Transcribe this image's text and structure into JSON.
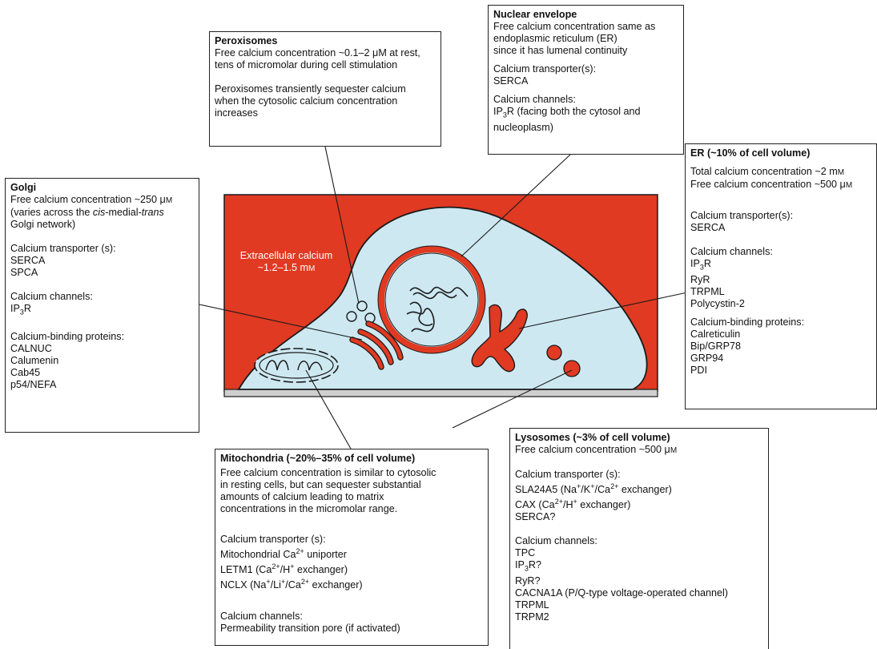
{
  "extracellular": {
    "line1": "Extracellular calcium",
    "line2": "~1.2–1.5 mM"
  },
  "peroxisomes": {
    "title": "Peroxisomes",
    "l1": "Free calcium concentration ~0.1–2 μM at rest,",
    "l2": "tens of micromolar during cell stimulation",
    "l3": "Peroxisomes transiently sequester calcium",
    "l4": "when the cytosolic calcium concentration",
    "l5": "increases"
  },
  "nuclear": {
    "title": "Nuclear envelope",
    "l1": "Free calcium concentration same as",
    "l2": "endoplasmic reticulum (ER)",
    "l3": "since it has lumenal continuity",
    "l4": "Calcium transporter(s):",
    "l5": "SERCA",
    "l6": "Calcium channels:",
    "l7": "IP3R (facing both the cytosol and",
    "l8": "nucleoplasm)"
  },
  "golgi": {
    "title": "Golgi",
    "l1": "Free calcium concentration ~250 μM",
    "l2a": "(varies across the ",
    "l2b": "cis",
    "l2c": "-medial-",
    "l2d": "trans",
    "l3": "Golgi network)",
    "l4": "Calcium transporter (s):",
    "l5": "SERCA",
    "l6": "SPCA",
    "l7": "Calcium channels:",
    "l8": "IP3R",
    "l9": "Calcium-binding proteins:",
    "l10": "CALNUC",
    "l11": "Calumenin",
    "l12": "Cab45",
    "l13": "p54/NEFA"
  },
  "er": {
    "title": "ER (~10% of cell volume)",
    "l1": "Total calcium concentration ~2 mM",
    "l2": "Free calcium concentration ~500 μM",
    "l3": "Calcium transporter(s):",
    "l4": "SERCA",
    "l5": "Calcium channels:",
    "l6": "IP3R",
    "l7": "RyR",
    "l8": "TRPML",
    "l9": "Polycystin-2",
    "l10": "Calcium-binding proteins:",
    "l11": "Calreticulin",
    "l12": "Bip/GRP78",
    "l13": "GRP94",
    "l14": "PDI"
  },
  "mito": {
    "title": "Mitochondria (~20%–35% of cell volume)",
    "l1": "Free calcium concentration is similar to cytosolic",
    "l2": "in resting cells, but can sequester substantial",
    "l3": "amounts of calcium leading to matrix",
    "l4": "concentrations in the micromolar range.",
    "l5": "Calcium transporter (s):",
    "l6": "Mitochondrial Ca2+ uniporter",
    "l7": "LETM1 (Ca2+/H+ exchanger)",
    "l8": "NCLX (Na+/Li+/Ca2+ exchanger)",
    "l9": "Calcium channels:",
    "l10": "Permeability transition pore (if activated)"
  },
  "lyso": {
    "title": "Lysosomes (~3% of cell volume)",
    "l1": "Free calcium concentration ~500 μM",
    "l2": "Calcium transporter (s):",
    "l3": "SLA24A5 (Na+/K+/Ca2+ exchanger)",
    "l4": "CAX (Ca2+/H+ exchanger)",
    "l5": "SERCA?",
    "l6": "Calcium channels:",
    "l7": "TPC",
    "l8": "IP3R?",
    "l9": "RyR?",
    "l10": "CACNA1A (P/Q-type voltage-operated channel)",
    "l11": "TRPML",
    "l12": "TRPM2"
  },
  "colors": {
    "extracellular": "#e03a22",
    "cytosol": "#cde8f1",
    "organelle": "#e03a22",
    "membrane": "#1a1a1a",
    "substrate": "#cfcfcf"
  }
}
